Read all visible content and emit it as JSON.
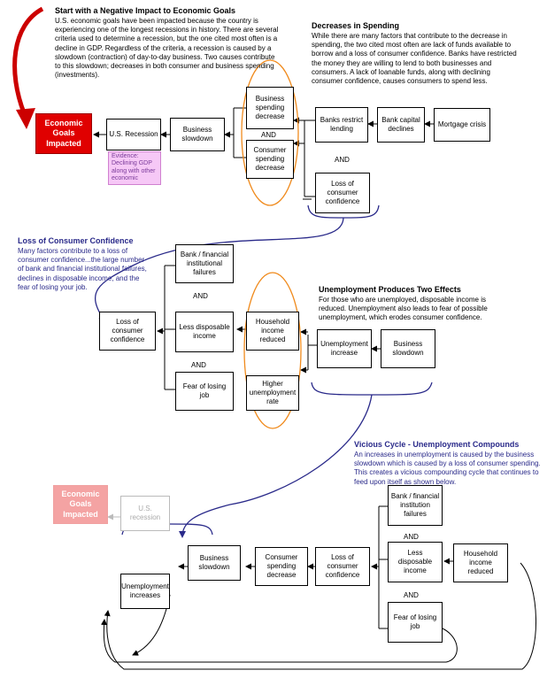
{
  "notes": {
    "start_title": "Start with a Negative Impact to Economic Goals",
    "start_text": "U.S. economic goals have been impacted because the country is experiencing one of the longest recessions in history. There are several criteria used to determine a recession, but the one cited most often is a decline in GDP. Regardless of the criteria, a recession is caused by a slowdown (contraction) of day-to-day business. Two causes contribute to this slowdown; decreases in both consumer and business spending (investments).",
    "spending_title": "Decreases in Spending",
    "spending_text": "While there are many factors that contribute to the decrease in spending, the two cited most often are lack of funds available to borrow and a loss of consumer confidence. Banks have restricted the money they are willing to lend to both businesses and consumers. A lack of loanable funds, along with declining consumer confidence, causes consumers to spend less.",
    "confidence_title": "Loss of Consumer Confidence",
    "confidence_text": "Many factors contribute to a loss of consumer confidence...the large number of bank and financial institutional failures, declines in disposable income, and the fear of losing your job.",
    "unemployment_title": "Unemployment Produces Two Effects",
    "unemployment_text": "For those who are unemployed, disposable income is reduced. Unemployment also leads to fear of possible unemployment, which erodes consumer confidence.",
    "vicious_title": "Vicious Cycle - Unemployment Compounds",
    "vicious_text": "An increases in unemployment is caused by the business slowdown which is caused by a loss of consumer spending. This creates a vicious compounding cycle that continues to feed upon itself as shown below."
  },
  "s1": {
    "goals": "Economic Goals Impacted",
    "recession": "U.S. Recession",
    "evidence": "Evidence: Declining GDP along with other economic",
    "slowdown": "Business slowdown",
    "business_spending": "Business spending decrease",
    "consumer_spending": "Consumer spending decrease",
    "banks": "Banks restrict lending",
    "capital": "Bank capital declines",
    "mortgage": "Mortgage crisis",
    "confidence": "Loss of consumer confidence",
    "and1": "AND",
    "and2": "AND"
  },
  "s2": {
    "confidence": "Loss of consumer confidence",
    "failures": "Bank / financial institutional failures",
    "disposable": "Less disposable income",
    "fear": "Fear of losing job",
    "household": "Household income reduced",
    "higher": "Higher unemployment rate",
    "unemp": "Unemployment increase",
    "slowdown": "Business slowdown",
    "and1": "AND",
    "and2": "AND"
  },
  "s3": {
    "goals": "Economic Goals Impacted",
    "recession": "U.S. recession",
    "unemp": "Unemployment increases",
    "slowdown": "Business slowdown",
    "consumer": "Consumer spending decrease",
    "confidence": "Loss of consumer confidence",
    "failures": "Bank / financial institution failures",
    "disposable": "Less disposable income",
    "fear": "Fear of losing job",
    "household": "Household income reduced",
    "and1": "AND",
    "and2": "AND"
  },
  "colors": {
    "red_arrow": "#cc0000",
    "blue_arrow": "#2a2a8a",
    "ellipse": "#f08a1c",
    "bracket": "#2a2a8a"
  }
}
